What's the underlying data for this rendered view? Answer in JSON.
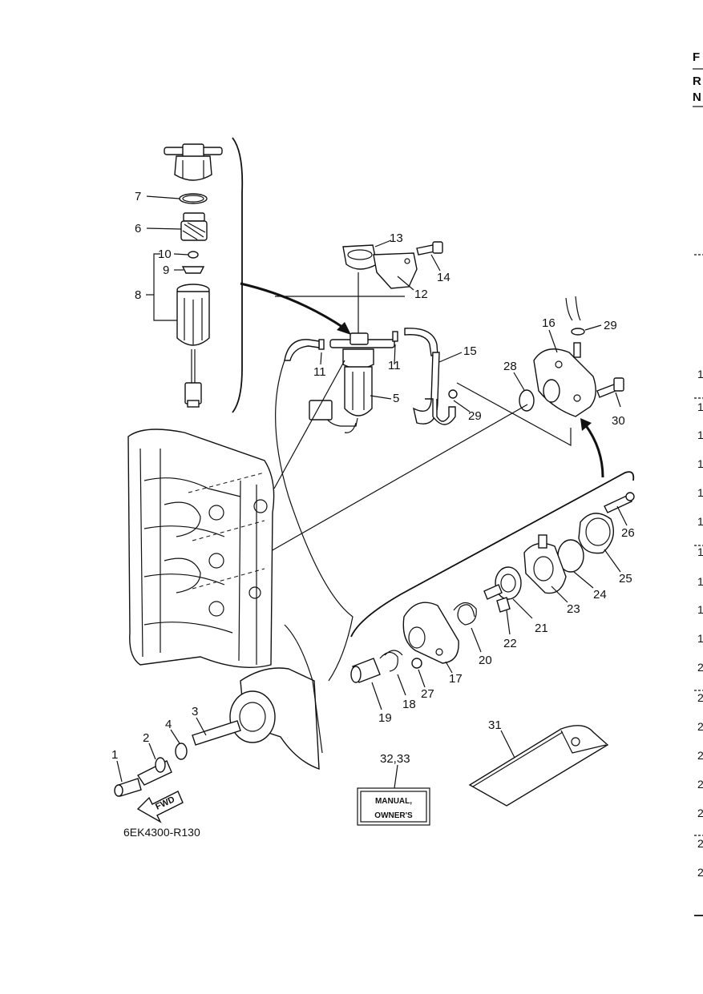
{
  "diagram": {
    "part_labels": [
      {
        "id": "1",
        "text": "1"
      },
      {
        "id": "2",
        "text": "2"
      },
      {
        "id": "3",
        "text": "3"
      },
      {
        "id": "4",
        "text": "4"
      },
      {
        "id": "5",
        "text": "5"
      },
      {
        "id": "6",
        "text": "6"
      },
      {
        "id": "7",
        "text": "7"
      },
      {
        "id": "8",
        "text": "8"
      },
      {
        "id": "9",
        "text": "9"
      },
      {
        "id": "10",
        "text": "10"
      },
      {
        "id": "11a",
        "text": "11"
      },
      {
        "id": "11b",
        "text": "11"
      },
      {
        "id": "12",
        "text": "12"
      },
      {
        "id": "13",
        "text": "13"
      },
      {
        "id": "14",
        "text": "14"
      },
      {
        "id": "15",
        "text": "15"
      },
      {
        "id": "16",
        "text": "16"
      },
      {
        "id": "17",
        "text": "17"
      },
      {
        "id": "18",
        "text": "18"
      },
      {
        "id": "19",
        "text": "19"
      },
      {
        "id": "20",
        "text": "20"
      },
      {
        "id": "21",
        "text": "21"
      },
      {
        "id": "22",
        "text": "22"
      },
      {
        "id": "23",
        "text": "23"
      },
      {
        "id": "24",
        "text": "24"
      },
      {
        "id": "25",
        "text": "25"
      },
      {
        "id": "26",
        "text": "26"
      },
      {
        "id": "27",
        "text": "27"
      },
      {
        "id": "28",
        "text": "28"
      },
      {
        "id": "29a",
        "text": "29"
      },
      {
        "id": "29b",
        "text": "29"
      },
      {
        "id": "30",
        "text": "30"
      },
      {
        "id": "31",
        "text": "31"
      },
      {
        "id": "3233",
        "text": "32,33"
      }
    ],
    "manual_line1": "MANUAL,",
    "manual_line2": "OWNER'S",
    "fwd_label": "FWD",
    "drawing_code": "6EK4300-R130"
  },
  "right_edge": {
    "header": [
      "F",
      "R",
      "N"
    ],
    "numbers": [
      "1",
      "1",
      "1",
      "1",
      "1",
      "1",
      "1",
      "1",
      "1",
      "1",
      "2",
      "2",
      "2",
      "2",
      "2",
      "2",
      "2",
      "2"
    ]
  }
}
